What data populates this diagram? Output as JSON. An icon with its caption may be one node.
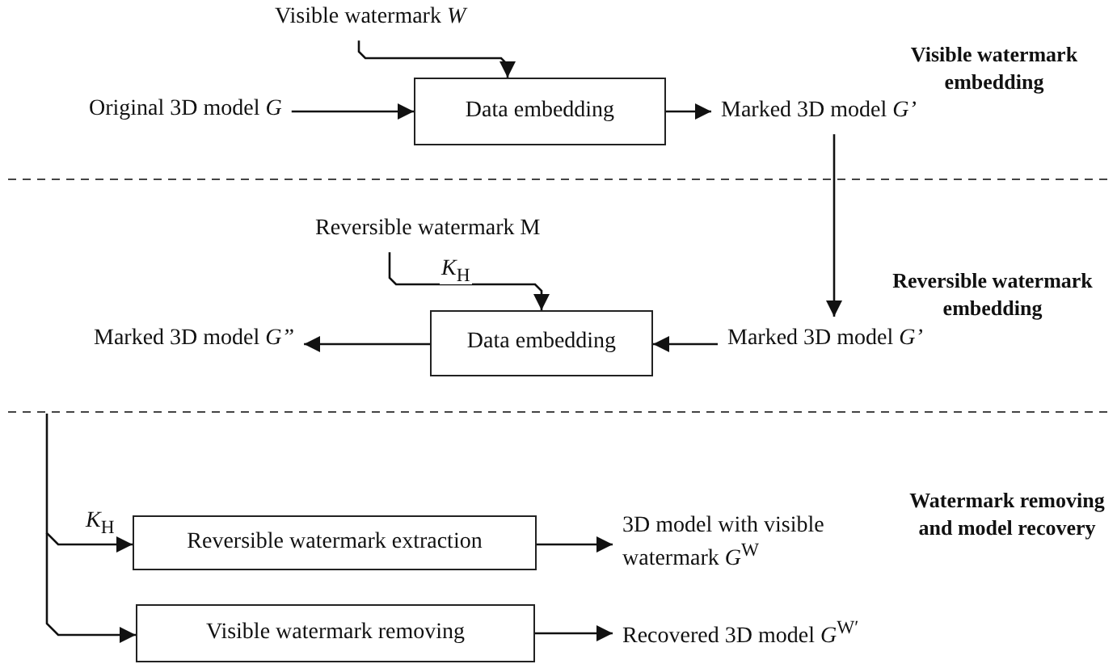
{
  "diagram": {
    "nodes": [
      {
        "text": [
          "Visible watermark *W*"
        ]
      },
      {
        "text": [
          "Original 3D model *G*"
        ]
      },
      {
        "text": [
          "Data embedding"
        ]
      },
      {
        "text": [
          "Marked 3D model *G’*"
        ]
      },
      {
        "text": [
          "Reversible watermark M"
        ]
      },
      {
        "text": [
          "Data embedding"
        ]
      },
      {
        "text": [
          "Marked 3D model *G”*"
        ]
      },
      {
        "text": [
          "Marked 3D model *G’*"
        ]
      },
      {
        "text": [
          "Reversible watermark extraction"
        ]
      },
      {
        "text": [
          "3D model with visible watermark *G*$^{W}$"
        ]
      },
      {
        "text": [
          "Visible watermark removing"
        ]
      },
      {
        "text": [
          "Recovered 3D model *G*$^{W′}$"
        ]
      }
    ],
    "edges": [
      {
        "from": 0,
        "to": 2,
        "arrow": "to"
      },
      {
        "from": 1,
        "to": 2,
        "arrow": "to"
      },
      {
        "from": 2,
        "to": 3,
        "arrow": "to"
      },
      {
        "from": 3,
        "to": 7,
        "arrow": "to"
      },
      {
        "from": 4,
        "to": 5,
        "arrow": "to",
        "label": "*K*$_{H}$"
      },
      {
        "from": 7,
        "to": 5,
        "arrow": "to"
      },
      {
        "from": 5,
        "to": 6,
        "arrow": "to"
      },
      {
        "from": null,
        "to": 8,
        "arrow": "to",
        "label": "*K*$_{H}$"
      },
      {
        "from": null,
        "to": 10,
        "arrow": "to"
      },
      {
        "from": 8,
        "to": 9,
        "arrow": "to"
      },
      {
        "from": 10,
        "to": 11,
        "arrow": "to"
      }
    ],
    "labels": [
      "Visible watermark embedding",
      "Reversible watermark embedding",
      "Watermark removing and model recovery"
    ]
  }
}
